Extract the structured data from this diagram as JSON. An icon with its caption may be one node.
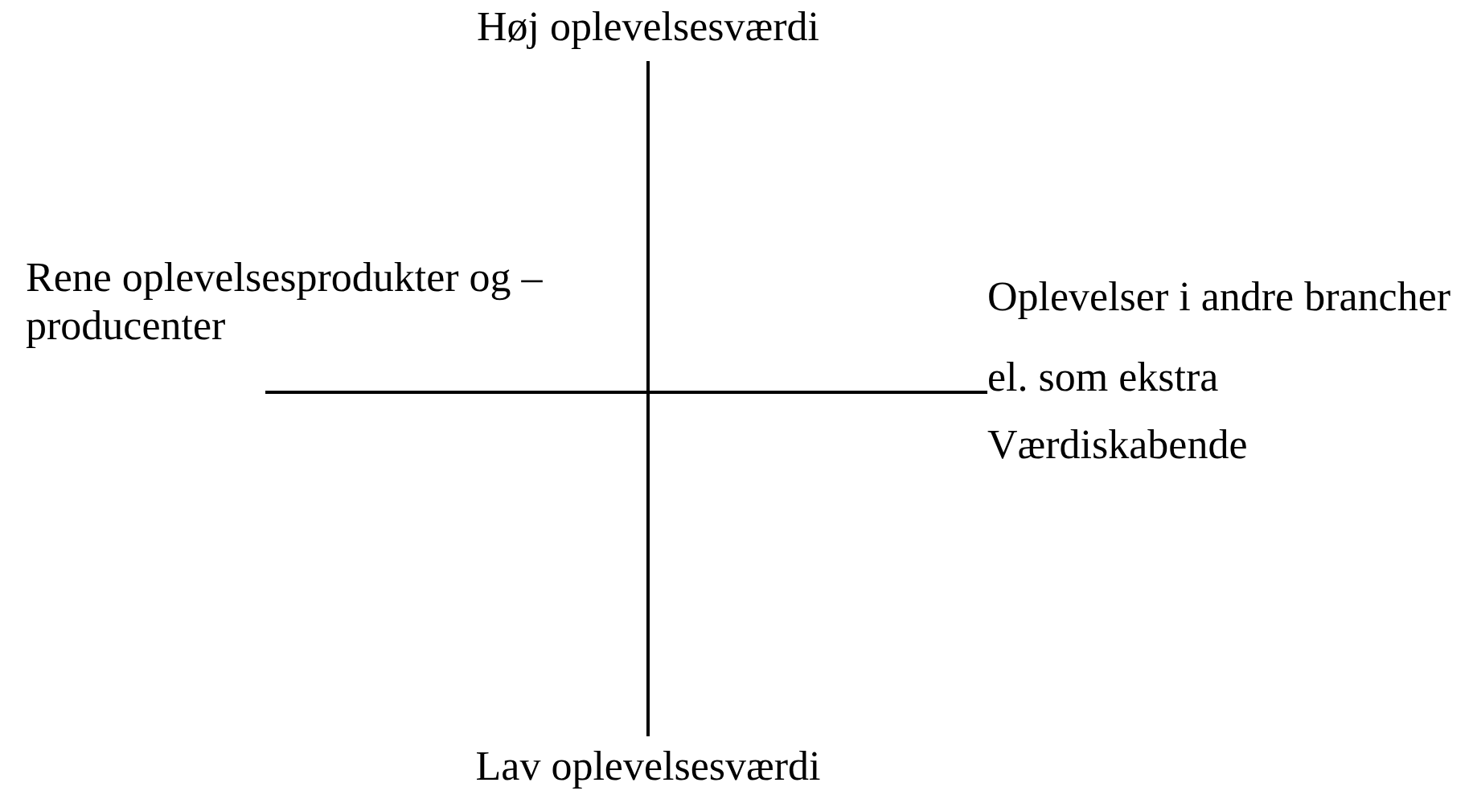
{
  "diagram": {
    "labels": [
      "Høj oplevelsesværdi",
      "Rene oplevelsesprodukter og –producenter",
      "Oplevelser i andre brancher el. som ekstra",
      "Værdiskabende",
      "Lav oplevelsesværdi"
    ]
  }
}
